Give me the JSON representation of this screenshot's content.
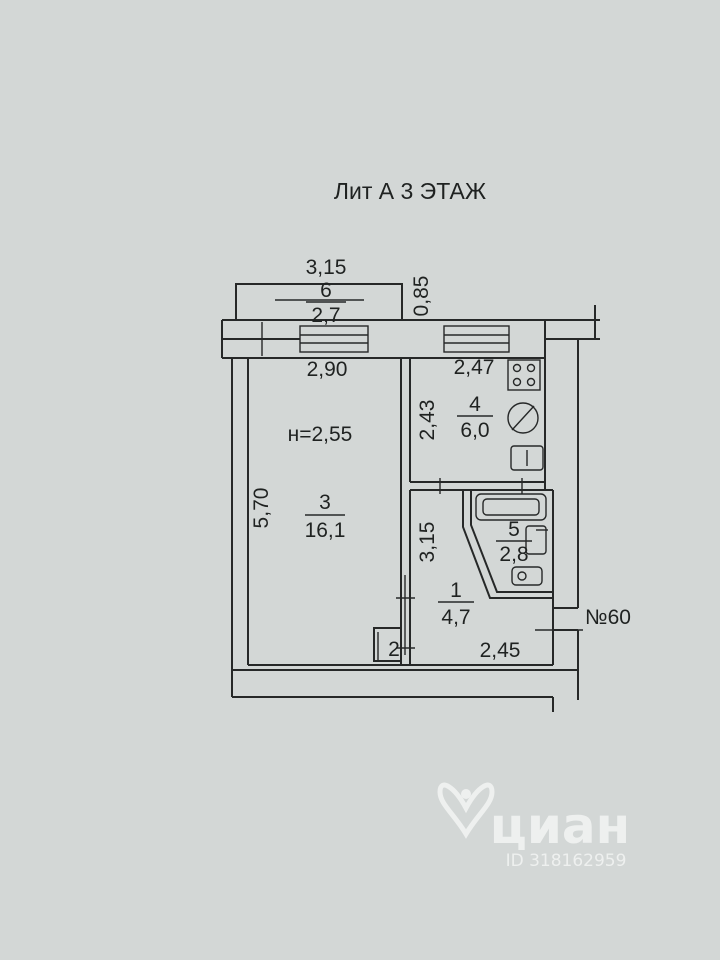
{
  "title": "Лит А 3 ЭТАЖ",
  "dimensions": {
    "balcony_width": "3,15",
    "balcony_depth": "0,85",
    "room_width": "2,90",
    "kitchen_width": "2,47",
    "room_length": "5,70",
    "kitchen_length": "2,43",
    "hall_length": "3,15",
    "hall_width": "2,45"
  },
  "ceiling_height": "н=2,55",
  "rooms": [
    {
      "number": "6",
      "area": "2,7"
    },
    {
      "number": "3",
      "area": "16,1"
    },
    {
      "number": "4",
      "area": "6,0"
    },
    {
      "number": "5",
      "area": "2,8"
    },
    {
      "number": "1",
      "area": "4,7"
    },
    {
      "number": "2",
      "area": ""
    }
  ],
  "apartment_number": "№60",
  "watermark": {
    "brand": "циан",
    "id": "ID 318162959"
  },
  "colors": {
    "paper": "#d3d7d6",
    "ink": "#262828",
    "watermark": "#eef0ef"
  },
  "icons": [
    "stove-icon",
    "sink-icon",
    "bathtub-icon",
    "washbasin-icon",
    "toilet-icon",
    "location-pin-icon"
  ]
}
